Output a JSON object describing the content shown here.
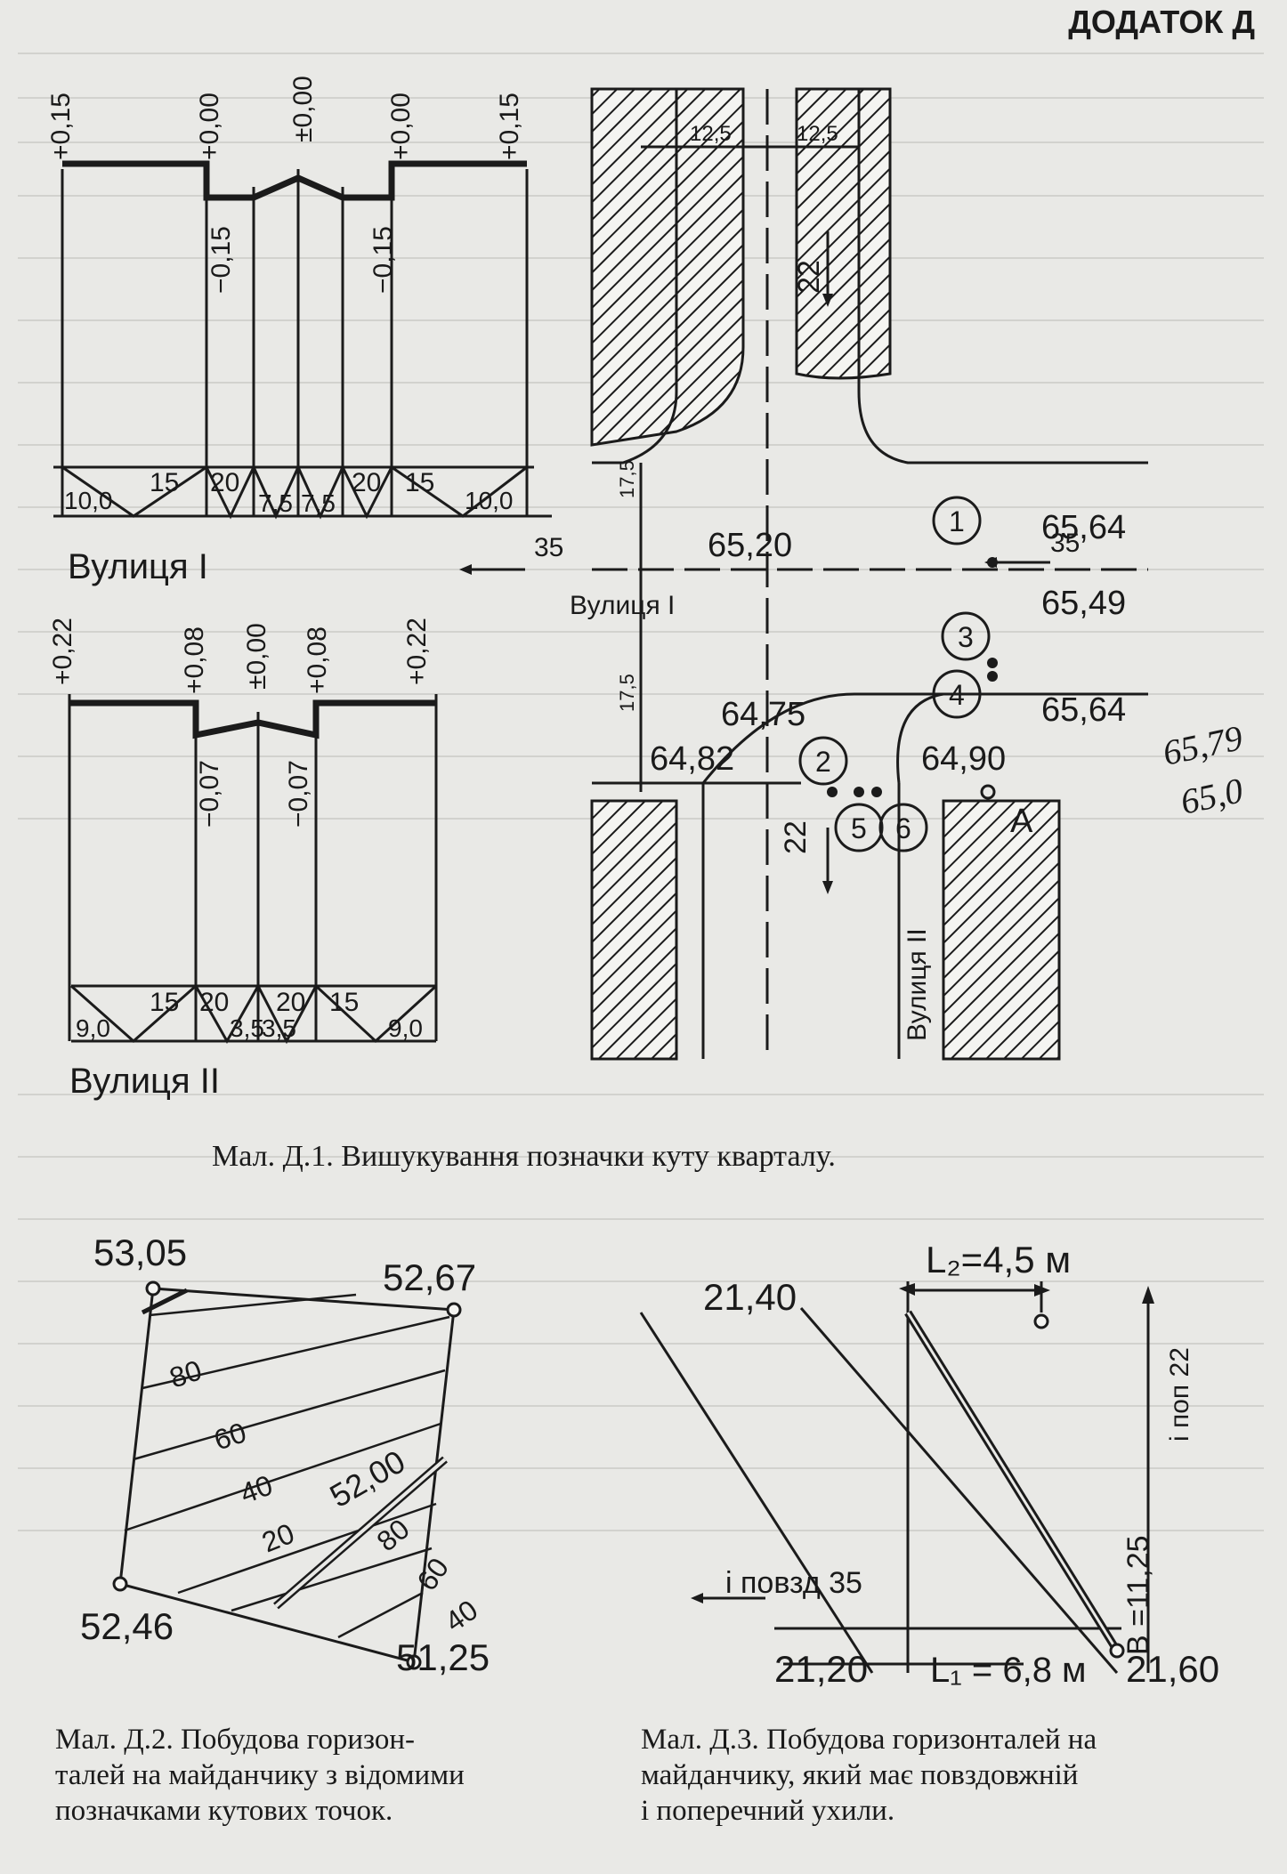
{
  "header": {
    "appendix": "ДОДАТОК Д"
  },
  "fig1": {
    "caption": "Мал. Д.1. Вишукування позначки куту кварталу.",
    "street1": {
      "name": "Вулиця I",
      "top_marks": [
        "+0,15",
        "+0,00",
        "±0,00",
        "+0,00",
        "+0,15"
      ],
      "low_marks": [
        "−0,15",
        "−0,15"
      ],
      "bottom_dims": [
        "10,0",
        "15",
        "20",
        "7,5",
        "7,5",
        "20",
        "15",
        "10,0"
      ]
    },
    "street2": {
      "name": "Вулиця II",
      "top_marks": [
        "+0,22",
        "+0,08",
        "±0,00",
        "+0,08",
        "+0,22"
      ],
      "low_marks": [
        "−0,07",
        "−0,07"
      ],
      "bottom_dims": [
        "9,0",
        "15",
        "20",
        "3,5",
        "3,5",
        "20",
        "15",
        "9,0"
      ]
    },
    "plan": {
      "widths": [
        "12,5",
        "12,5",
        "17,5",
        "17,5"
      ],
      "slopes": [
        "22",
        "35",
        "35",
        "22"
      ],
      "elevations": [
        "65,64",
        "65,20",
        "65,49",
        "64,75",
        "65,64",
        "64,82",
        "64,90"
      ],
      "points": [
        "1",
        "2",
        "3",
        "4",
        "5",
        "6"
      ],
      "point_a": "А",
      "street1_label": "Вулиця I",
      "street2_label": "Вулиця II",
      "handwritten": [
        "65,79",
        "65,0"
      ]
    }
  },
  "fig2": {
    "caption_lines": [
      "Мал. Д.2. Побудова горизон-",
      "талей на майданчику з відомими",
      "позначками кутових точок."
    ],
    "corners": [
      "53,05",
      "52,67",
      "52,46",
      "51,25"
    ],
    "contour_labels": [
      "80",
      "60",
      "40",
      "20",
      "52,00",
      "80",
      "60",
      "40"
    ]
  },
  "fig3": {
    "caption_lines": [
      "Мал. Д.3. Побудова горизонталей на",
      "майданчику, який має повздовжній",
      "і поперечний ухили."
    ],
    "l2": "L₂=4,5 м",
    "l1": "L₁ = 6,8 м",
    "elevations": [
      "21,40",
      "21,20",
      "21,60"
    ],
    "i_label": "i повзд 35",
    "b_label": "B =11,25",
    "cross_label": "i поп 22"
  }
}
